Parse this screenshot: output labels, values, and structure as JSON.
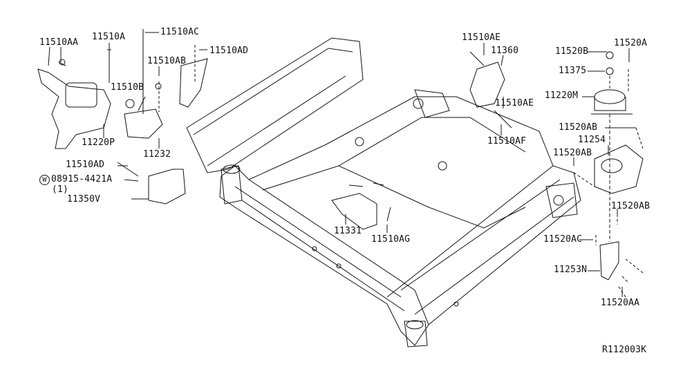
{
  "diagram_code": "R112003K",
  "parts": {
    "p11510AA": "11510AA",
    "p11510A": "11510A",
    "p11510AC": "11510AC",
    "p11510AB": "11510AB",
    "p11510AD_top": "11510AD",
    "p11510B": "11510B",
    "p11220P": "11220P",
    "p11232": "11232",
    "p11510AD_left": "11510AD",
    "washer_symbol": "W",
    "p08915": "08915-4421A",
    "p08915_qty": "(1)",
    "p11350V": "11350V",
    "p11331": "11331",
    "p11510AG": "11510AG",
    "p11510AE_top": "11510AE",
    "p11360": "11360",
    "p11510AE_low": "11510AE",
    "p11510AF": "11510AF",
    "p11520B": "11520B",
    "p11520A": "11520A",
    "p11375": "11375",
    "p11220M": "11220M",
    "p11520AB_1": "11520AB",
    "p11254": "11254",
    "p11520AB_2": "11520AB",
    "p11520AB_3": "11520AB",
    "p11520AC": "11520AC",
    "p11253N": "11253N",
    "p11520AA": "11520AA"
  }
}
